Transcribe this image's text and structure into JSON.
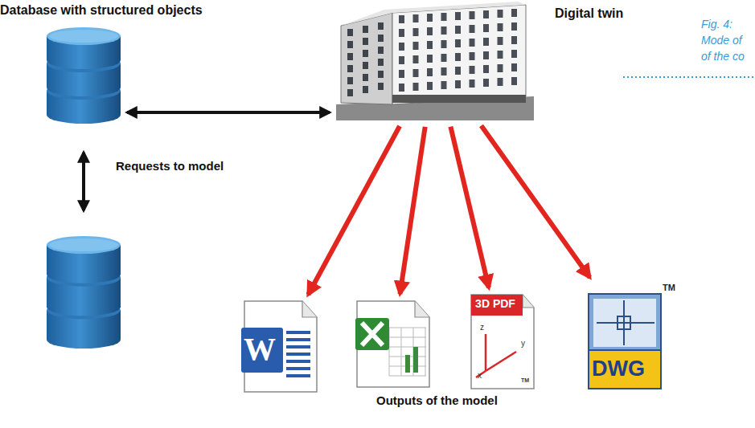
{
  "diagram": {
    "nodes": [
      {
        "text": [
          "Database with structured objects"
        ]
      },
      {
        "text": [
          "Digital twin"
        ]
      },
      {
        "text": []
      },
      {
        "text": [
          "W"
        ]
      },
      {
        "text": []
      },
      {
        "text": [
          "3D PDF",
          "z",
          "y",
          "x",
          "TM"
        ]
      },
      {
        "text": [
          "DWG",
          "TM"
        ]
      }
    ],
    "edges": [
      {
        "from": 0,
        "to": 1,
        "arrow": "both"
      },
      {
        "from": 0,
        "to": 2,
        "label": "Requests to model",
        "arrow": "both"
      },
      {
        "from": 1,
        "to": 3,
        "arrow": "to"
      },
      {
        "from": 1,
        "to": 4,
        "arrow": "to"
      },
      {
        "from": 1,
        "to": 5,
        "arrow": "to"
      },
      {
        "from": 1,
        "to": 6,
        "arrow": "to"
      }
    ],
    "labels": [
      "Outputs of the model",
      "Fig. 4:",
      "Mode of",
      "of the co"
    ]
  }
}
